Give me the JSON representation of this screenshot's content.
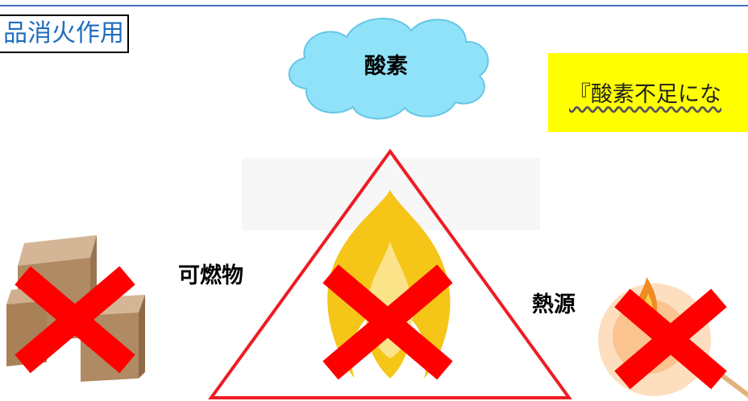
{
  "title": "品消火作用",
  "note": "『酸素不足にな",
  "labels": {
    "oxygen": "酸素",
    "fuel": "可燃物",
    "heat": "熱源"
  },
  "colors": {
    "triangle": "#ee1c24",
    "cross": "#ff0000",
    "cloud": "#8fe2f8",
    "flame": "#f5c518",
    "note_bg": "#ffff00",
    "title_text": "#1f6dbf"
  },
  "icons": [
    "cloud-icon",
    "cardboard-boxes-icon",
    "flame-icon",
    "burning-match-icon",
    "cross-mark-icon"
  ]
}
